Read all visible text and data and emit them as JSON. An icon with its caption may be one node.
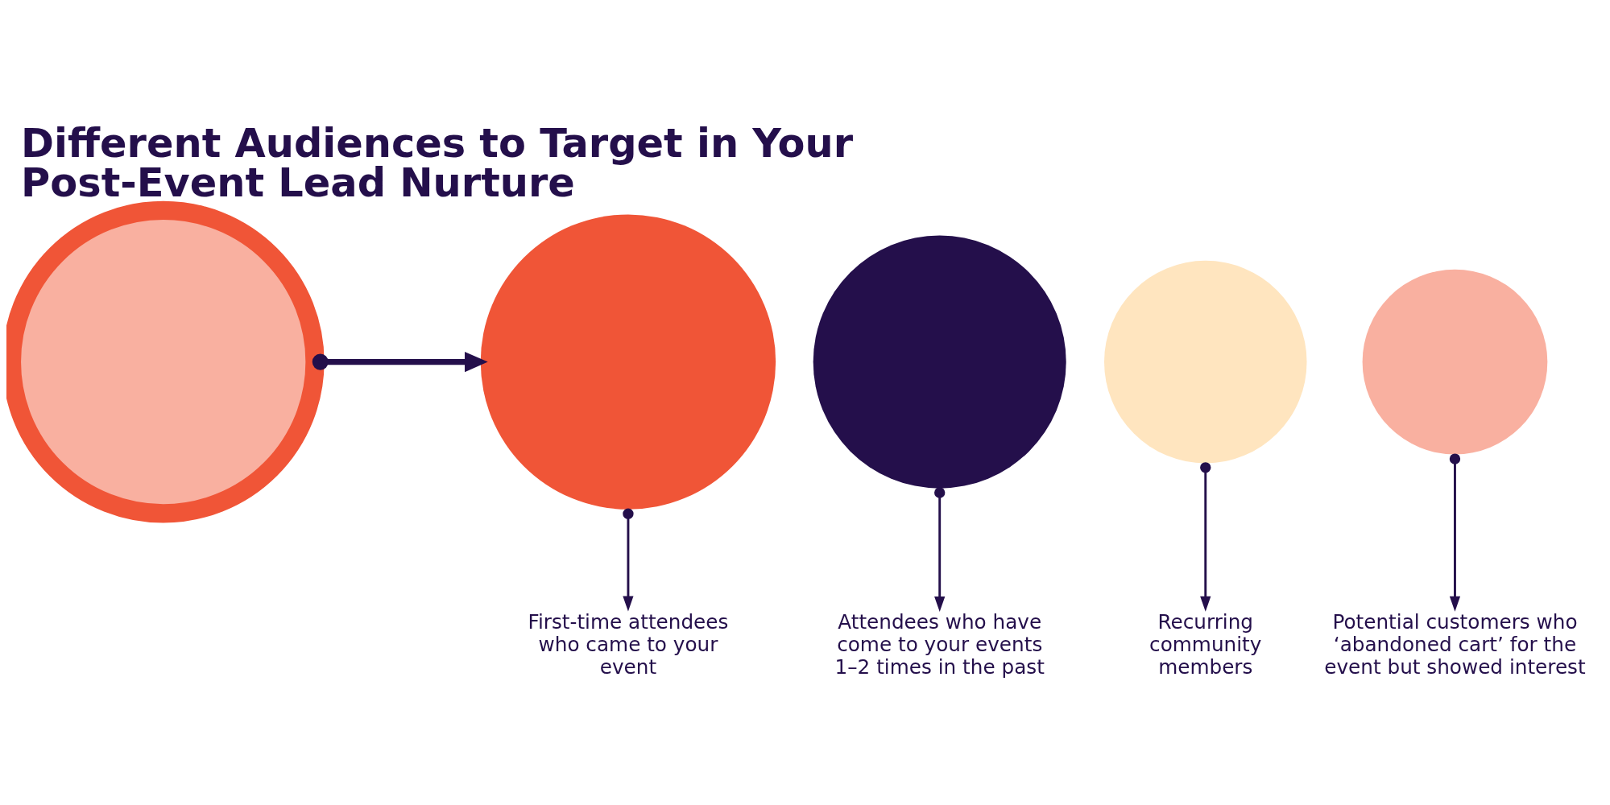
{
  "diagram": {
    "title": "Different Audiences to Target in Your Post-Event Lead Nurture",
    "nodes": [
      {
        "text": [],
        "shape": "circle"
      },
      {
        "text": [],
        "shape": "circle"
      },
      {
        "text": [],
        "shape": "circle"
      },
      {
        "text": [],
        "shape": "circle"
      },
      {
        "text": [],
        "shape": "circle"
      },
      {
        "text": [
          "First-time attendees who came to your event"
        ]
      },
      {
        "text": [
          "Attendees who have come to your events 1–2 times in the past"
        ]
      },
      {
        "text": [
          "Recurring community members"
        ]
      },
      {
        "text": [
          "Potential customers who ‘abandoned cart’ for the event but showed interest"
        ]
      }
    ],
    "edges": [
      {
        "from": 0,
        "to": 1,
        "arrow": "to",
        "style": "thick"
      },
      {
        "from": 1,
        "to": 5,
        "arrow": "to"
      },
      {
        "from": 2,
        "to": 6,
        "arrow": "to"
      },
      {
        "from": 3,
        "to": 7,
        "arrow": "to"
      },
      {
        "from": 4,
        "to": 8,
        "arrow": "to"
      }
    ]
  }
}
